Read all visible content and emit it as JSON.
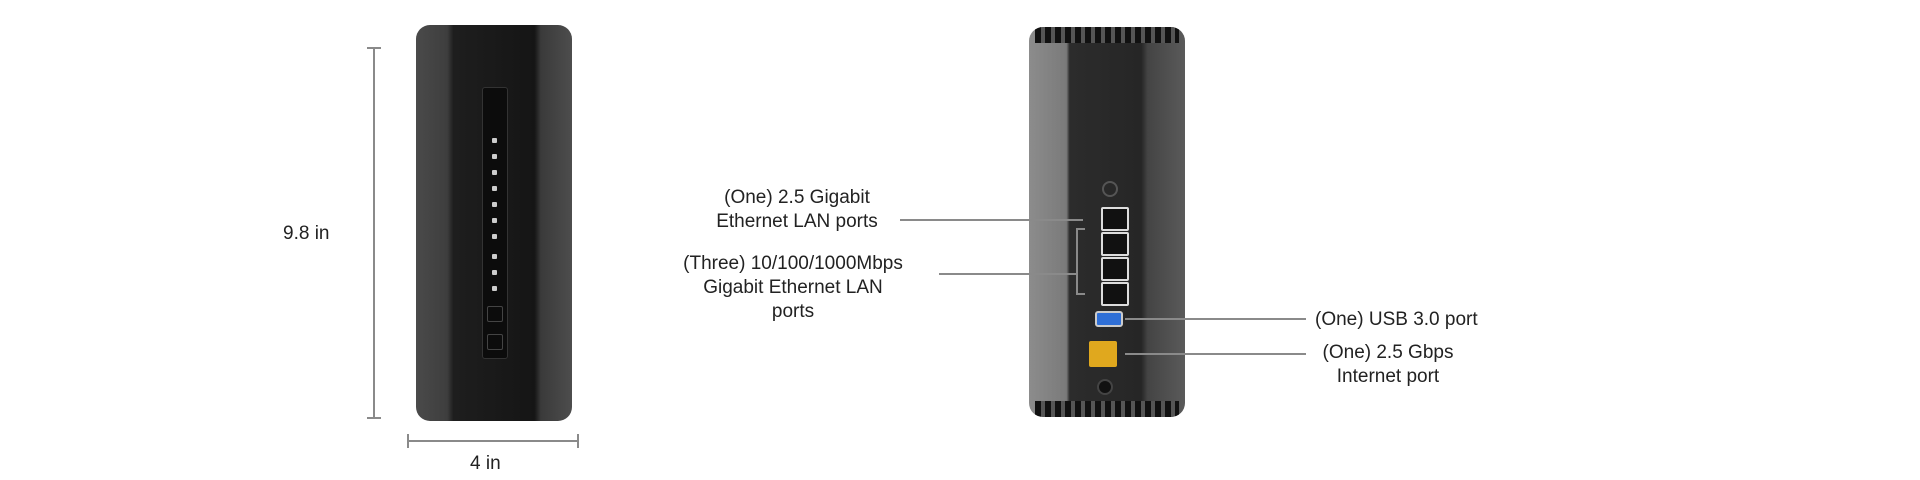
{
  "dimensions": {
    "height": "9.8 in",
    "width": "4 in"
  },
  "callouts": {
    "lan_2_5": [
      "(One) 2.5 Gigabit",
      "Ethernet LAN ports"
    ],
    "lan_gigabit": [
      "(Three) 10/100/1000Mbps",
      "Gigabit Ethernet LAN",
      "ports"
    ],
    "usb": "(One) USB 3.0 port",
    "internet": [
      "(One) 2.5 Gbps",
      "Internet port"
    ]
  },
  "colors": {
    "body": "#1e1e1e",
    "internet_port": "#e0a81e",
    "usb_port": "#2f6fd6"
  }
}
